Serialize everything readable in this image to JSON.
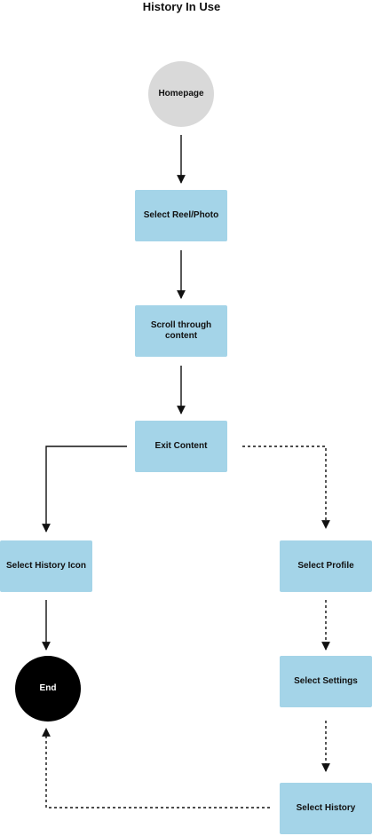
{
  "title": "History In Use",
  "nodes": {
    "homepage": "Homepage",
    "select_reel": "Select Reel/Photo",
    "scroll": "Scroll through content",
    "exit": "Exit Content",
    "history_icon": "Select History Icon",
    "end": "End",
    "profile": "Select Profile",
    "settings": "Select Settings",
    "history": "Select History"
  },
  "colors": {
    "box": "#a4d4e8",
    "start_circle": "#d9d9d9",
    "end_circle": "#000000",
    "line": "#111111"
  },
  "edges": [
    {
      "from": "homepage",
      "to": "select_reel",
      "style": "solid"
    },
    {
      "from": "select_reel",
      "to": "scroll",
      "style": "solid"
    },
    {
      "from": "scroll",
      "to": "exit",
      "style": "solid"
    },
    {
      "from": "exit",
      "to": "history_icon",
      "style": "solid"
    },
    {
      "from": "history_icon",
      "to": "end",
      "style": "solid"
    },
    {
      "from": "exit",
      "to": "profile",
      "style": "dotted"
    },
    {
      "from": "profile",
      "to": "settings",
      "style": "dotted"
    },
    {
      "from": "settings",
      "to": "history",
      "style": "dotted"
    },
    {
      "from": "history",
      "to": "end",
      "style": "dotted"
    }
  ]
}
